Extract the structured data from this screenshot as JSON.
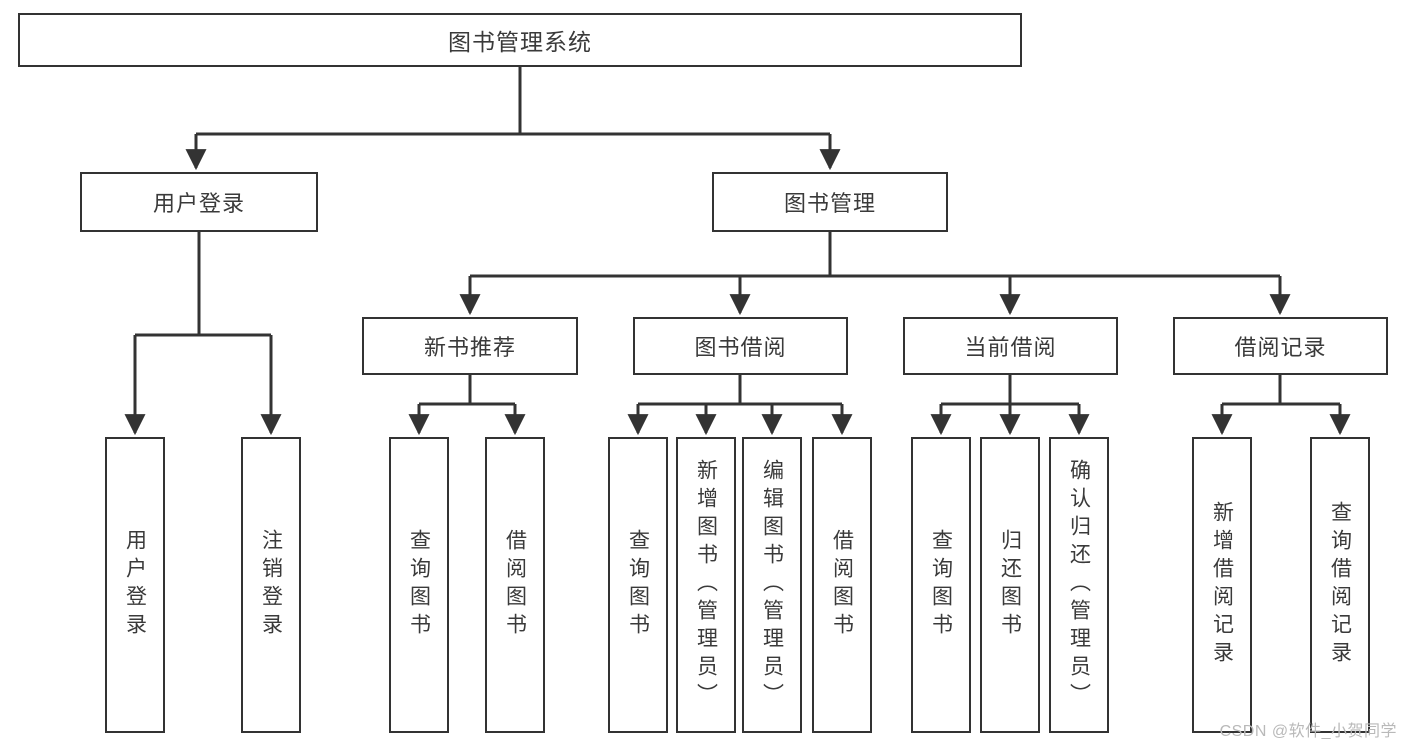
{
  "diagram": {
    "title": "图书管理系统",
    "root": {
      "label": "图书管理系统"
    },
    "level1": [
      {
        "label": "用户登录"
      },
      {
        "label": "图书管理"
      }
    ],
    "level2": [
      {
        "label": "新书推荐"
      },
      {
        "label": "图书借阅"
      },
      {
        "label": "当前借阅"
      },
      {
        "label": "借阅记录"
      }
    ],
    "leaves": {
      "user_login": [
        {
          "label": "用户登录"
        },
        {
          "label": "注销登录"
        }
      ],
      "new_book_recommend": [
        {
          "label": "查询图书"
        },
        {
          "label": "借阅图书"
        }
      ],
      "book_borrow": [
        {
          "label": "查询图书"
        },
        {
          "label": "新增图书（管理员）"
        },
        {
          "label": "编辑图书（管理员）"
        },
        {
          "label": "借阅图书"
        }
      ],
      "current_borrow": [
        {
          "label": "查询图书"
        },
        {
          "label": "归还图书"
        },
        {
          "label": "确认归还（管理员）"
        }
      ],
      "borrow_record": [
        {
          "label": "新增借阅记录"
        },
        {
          "label": "查询借阅记录"
        }
      ]
    }
  },
  "watermark": {
    "text": "CSDN @软件_小贺同学"
  },
  "colors": {
    "border": "#333333",
    "text": "#3a3a3a",
    "background": "#ffffff",
    "watermark": "#b9b9b9"
  }
}
